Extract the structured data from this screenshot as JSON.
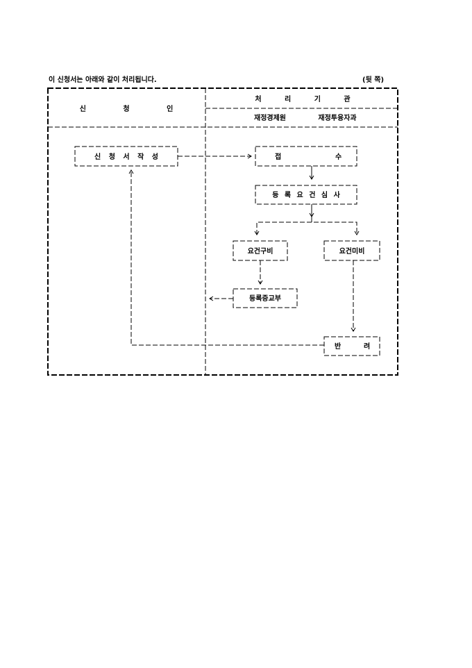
{
  "intro": "이 신청서는 아래와 같이 처리됩니다.",
  "page_side": "(뒷 쪽)",
  "header": {
    "applicant": "신 청 인",
    "agency": "처 리 기 관",
    "ministry": "재정경제원",
    "division": "재정투융자과"
  },
  "steps": {
    "write": "신 청 서 작 성",
    "receive_a": "접",
    "receive_b": "수",
    "review": "등 록 요 건 심 사",
    "met": "요건구비",
    "unmet": "요건미비",
    "issue": "등록증교부",
    "return_a": "반",
    "return_b": "려"
  }
}
